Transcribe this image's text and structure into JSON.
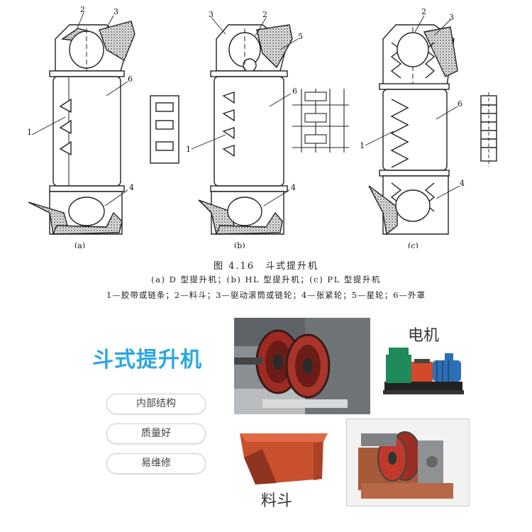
{
  "figure": {
    "labels": {
      "n1": "1",
      "n2": "2",
      "n3": "3",
      "n4": "4",
      "n5": "5",
      "n6": "6"
    },
    "subfig": {
      "a": "(a)",
      "b": "(b)",
      "c": "(c)"
    },
    "caption_title": "图 4.16　斗式提升机",
    "caption_types": "(a) D 型提升机；(b) HL 型提升机；(c) PL 型提升机",
    "caption_legend": "1—胶带或链条；2—料斗；3—驱动滚筒或链轮；4—张紧轮；5—星轮；6—外罩"
  },
  "promo": {
    "title": "斗式提升机",
    "features": [
      "内部结构",
      "质量好",
      "易维修"
    ],
    "labels": {
      "motor": "电机",
      "bucket": "料斗"
    }
  },
  "colors": {
    "accent": "#2aa7e0",
    "bucket_red": "#c8502d",
    "motor_green": "#1f8a5a",
    "motor_blue": "#2c6fb5"
  }
}
